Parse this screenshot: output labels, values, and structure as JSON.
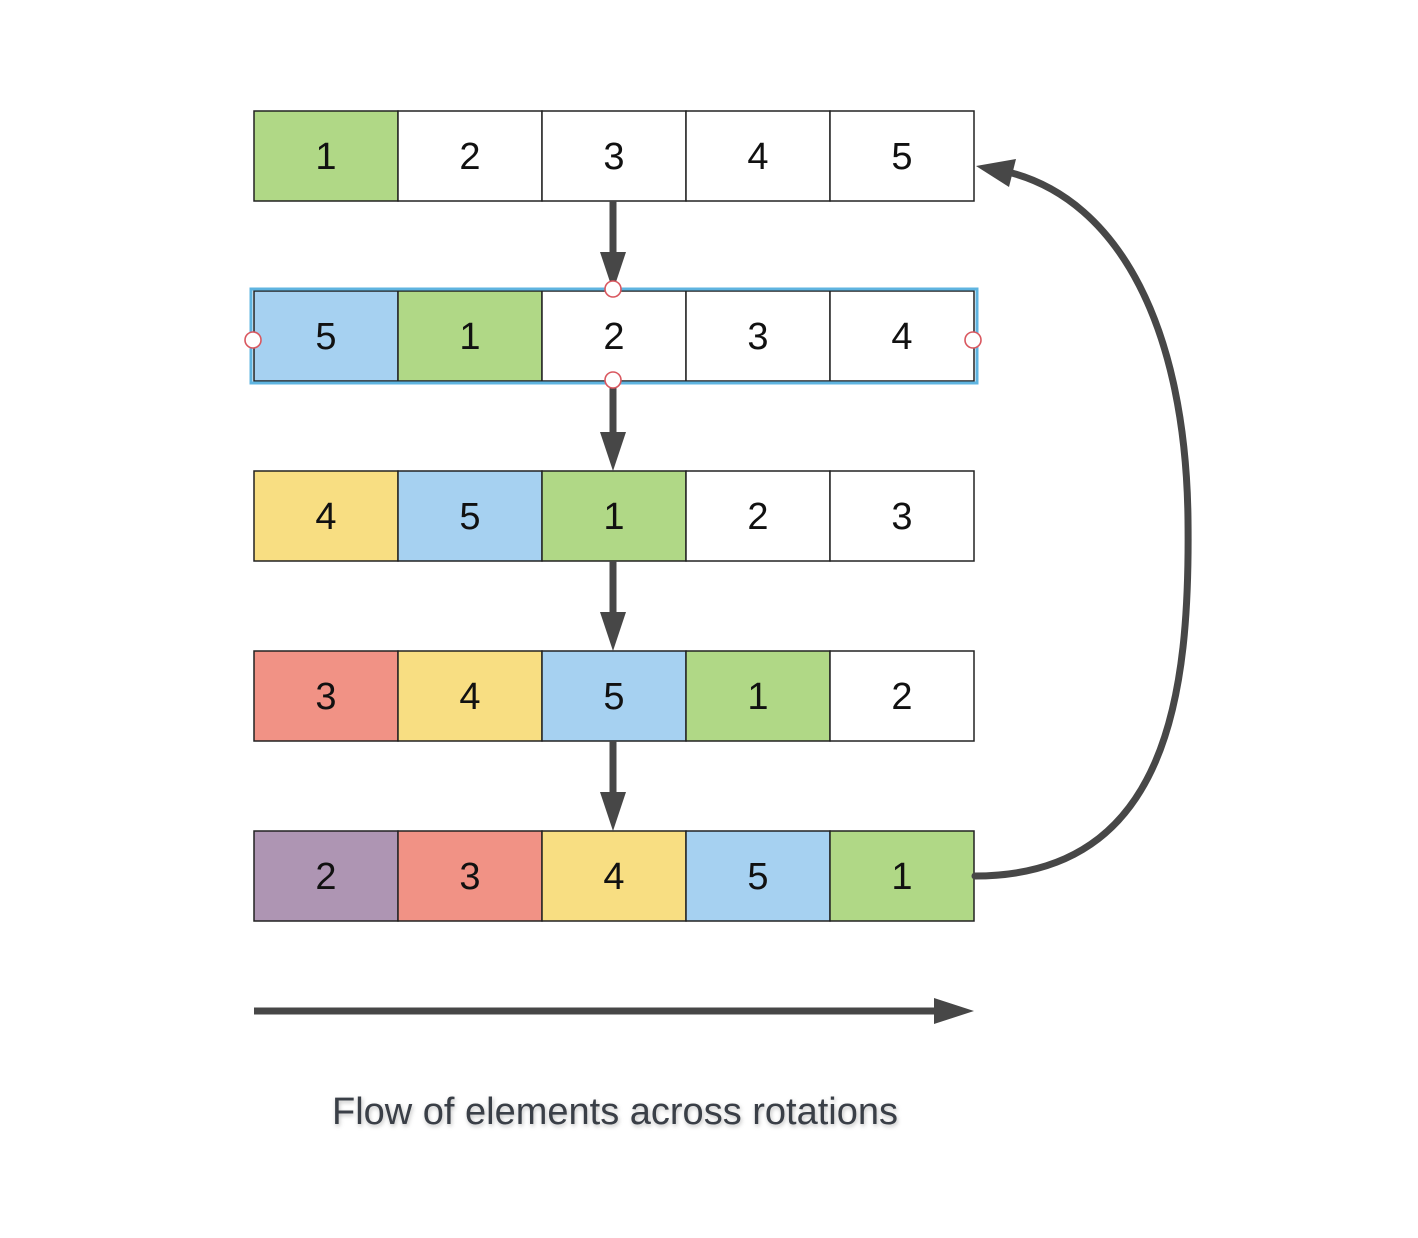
{
  "colors": {
    "green": "#b0d886",
    "blue": "#a6d1f1",
    "yellow": "#f8de82",
    "red": "#f19285",
    "purple": "#ae95b3",
    "white": "#ffffff",
    "border": "#222222",
    "arrow": "#474747",
    "selection": "#5fb4e0",
    "handle": "#d9575f"
  },
  "rows": [
    {
      "name": "original",
      "cells": [
        {
          "value": "1",
          "color": "green"
        },
        {
          "value": "2",
          "color": "white"
        },
        {
          "value": "3",
          "color": "white"
        },
        {
          "value": "4",
          "color": "white"
        },
        {
          "value": "5",
          "color": "white"
        }
      ]
    },
    {
      "name": "rotation-1",
      "selected": true,
      "cells": [
        {
          "value": "5",
          "color": "blue"
        },
        {
          "value": "1",
          "color": "green"
        },
        {
          "value": "2",
          "color": "white"
        },
        {
          "value": "3",
          "color": "white"
        },
        {
          "value": "4",
          "color": "white"
        }
      ]
    },
    {
      "name": "rotation-2",
      "cells": [
        {
          "value": "4",
          "color": "yellow"
        },
        {
          "value": "5",
          "color": "blue"
        },
        {
          "value": "1",
          "color": "green"
        },
        {
          "value": "2",
          "color": "white"
        },
        {
          "value": "3",
          "color": "white"
        }
      ]
    },
    {
      "name": "rotation-3",
      "cells": [
        {
          "value": "3",
          "color": "red"
        },
        {
          "value": "4",
          "color": "yellow"
        },
        {
          "value": "5",
          "color": "blue"
        },
        {
          "value": "1",
          "color": "green"
        },
        {
          "value": "2",
          "color": "white"
        }
      ]
    },
    {
      "name": "rotation-4",
      "cells": [
        {
          "value": "2",
          "color": "purple"
        },
        {
          "value": "3",
          "color": "red"
        },
        {
          "value": "4",
          "color": "yellow"
        },
        {
          "value": "5",
          "color": "blue"
        },
        {
          "value": "1",
          "color": "green"
        }
      ]
    }
  ],
  "caption": "Flow of elements across rotations"
}
